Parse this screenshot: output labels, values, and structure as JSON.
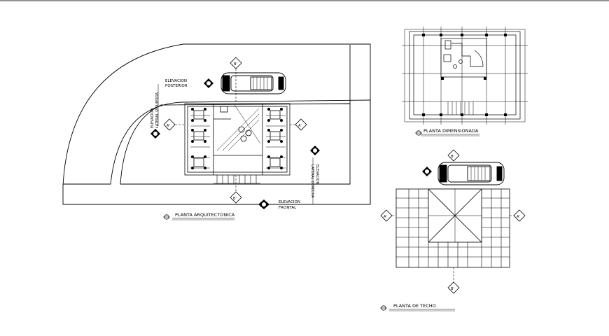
{
  "labels": {
    "elevacion_posterior_1": "ELEVACION",
    "elevacion_posterior_2": "POSTERIOR",
    "elevacion_lateral_izq_1": "ELEVACION",
    "elevacion_lateral_izq_2": "LATERAL IZQUIERDA",
    "elevacion_lateral_der_1": "ELEVACION",
    "elevacion_lateral_der_2": "LATERAL DERECHA",
    "elevacion_frontal_1": "ELEVACION",
    "elevacion_frontal_2": "FRONTAL",
    "marker_top": "B'",
    "marker_left": "A'",
    "marker_right": "A'",
    "marker_bottom": "B'",
    "roof_marker_top": "B'",
    "roof_marker_left": "A'",
    "roof_marker_right": "A'",
    "roof_marker_bottom": "B'"
  },
  "titles": {
    "planta_arquitectonica": "PLANTA ARQUITECTONICA",
    "planta_dimensionada": "PLANTA DIMENSIONADA",
    "planta_de_techo": "PLANTA DE TECHO"
  }
}
